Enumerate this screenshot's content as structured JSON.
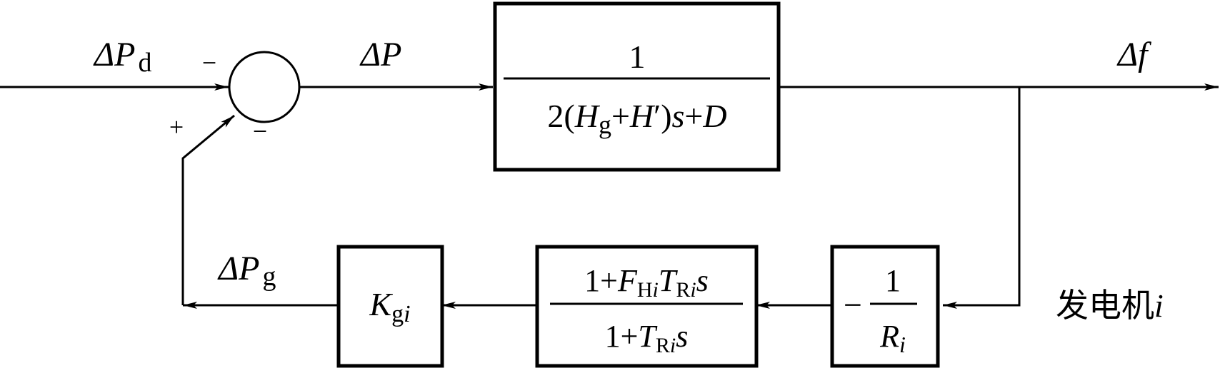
{
  "signals": {
    "delta_p_d": {
      "sym": "ΔP",
      "sub": "d"
    },
    "delta_p": {
      "sym": "ΔP"
    },
    "delta_f": {
      "sym": "Δf"
    },
    "delta_p_g": {
      "sym": "ΔP",
      "sub": "g"
    }
  },
  "summing_junction": {
    "sign_top": "−",
    "sign_left": "+",
    "sign_bottom": "−"
  },
  "blocks": {
    "plant": {
      "numerator": "1",
      "denominator": {
        "p1": "2(",
        "H": "H",
        "g": "g",
        "plus": "+",
        "Hprime": "H",
        "prime": "′",
        "close": ")",
        "s": "s",
        "plus2": "+",
        "D": "D"
      }
    },
    "gain": {
      "K": "K",
      "sub": "g",
      "i": "i"
    },
    "reheat": {
      "num_one_plus": "1+",
      "num_F": "F",
      "num_F_sub": "H",
      "num_F_i": "i",
      "num_T": "T",
      "num_T_sub": "R",
      "num_T_i": "i",
      "num_s": "s",
      "den_one_plus": "1+",
      "den_T": "T",
      "den_T_sub": "R",
      "den_T_i": "i",
      "den_s": "s"
    },
    "droop": {
      "minus": "−",
      "numerator": "1",
      "R": "R",
      "i": "i"
    }
  },
  "caption": {
    "text": "发电机",
    "i": "i"
  }
}
